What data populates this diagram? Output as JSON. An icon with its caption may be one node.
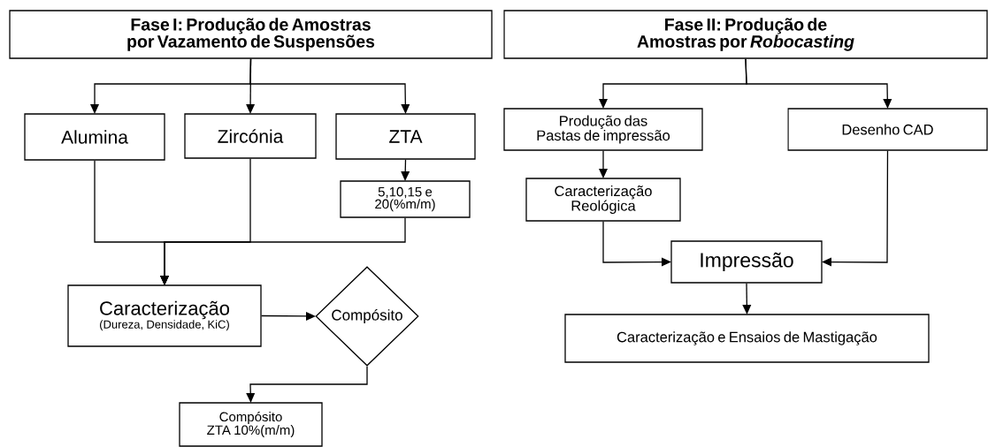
{
  "diagram": {
    "nodes": [
      {
        "text": [
          "Fase I: Produção de Amostras por Vazamento de Suspensões"
        ]
      },
      {
        "text": [
          "Alumina"
        ]
      },
      {
        "text": [
          "Zircónia"
        ]
      },
      {
        "text": [
          "ZTA"
        ]
      },
      {
        "text": [
          "5,10,15 e 20(%m/m)"
        ]
      },
      {
        "text": [
          "Caracterização",
          "(Dureza, Densidade, KiC)"
        ]
      },
      {
        "text": [
          "Compósito"
        ]
      },
      {
        "text": [
          "Compósito ZTA 10%(m/m)"
        ]
      },
      {
        "text": [
          "Fase II: Produção de Amostras por *Robocasting*"
        ]
      },
      {
        "text": [
          "Produção das Pastas de impressão"
        ]
      },
      {
        "text": [
          "Desenho CAD"
        ]
      },
      {
        "text": [
          "Caracterização Reológica"
        ]
      },
      {
        "text": [
          "Impressão"
        ]
      },
      {
        "text": [
          "Caracterização e Ensaios de Mastigação"
        ]
      }
    ],
    "edges": [
      {
        "from": 0,
        "to": 1,
        "arrow": "to"
      },
      {
        "from": 0,
        "to": 2,
        "arrow": "to"
      },
      {
        "from": 0,
        "to": 3,
        "arrow": "to"
      },
      {
        "from": 3,
        "to": 4,
        "arrow": "to"
      },
      {
        "from": 1,
        "to": 5,
        "arrow": "to"
      },
      {
        "from": 2,
        "to": 5,
        "arrow": "to"
      },
      {
        "from": 4,
        "to": 5,
        "arrow": "to"
      },
      {
        "from": 5,
        "to": 6,
        "arrow": "to"
      },
      {
        "from": 6,
        "to": 7,
        "arrow": "to"
      },
      {
        "from": 8,
        "to": 9,
        "arrow": "to"
      },
      {
        "from": 8,
        "to": 10,
        "arrow": "to"
      },
      {
        "from": 9,
        "to": 11,
        "arrow": "to"
      },
      {
        "from": 11,
        "to": 12,
        "arrow": "to"
      },
      {
        "from": 10,
        "to": 12,
        "arrow": "to"
      },
      {
        "from": 12,
        "to": 13,
        "arrow": "to"
      }
    ]
  }
}
